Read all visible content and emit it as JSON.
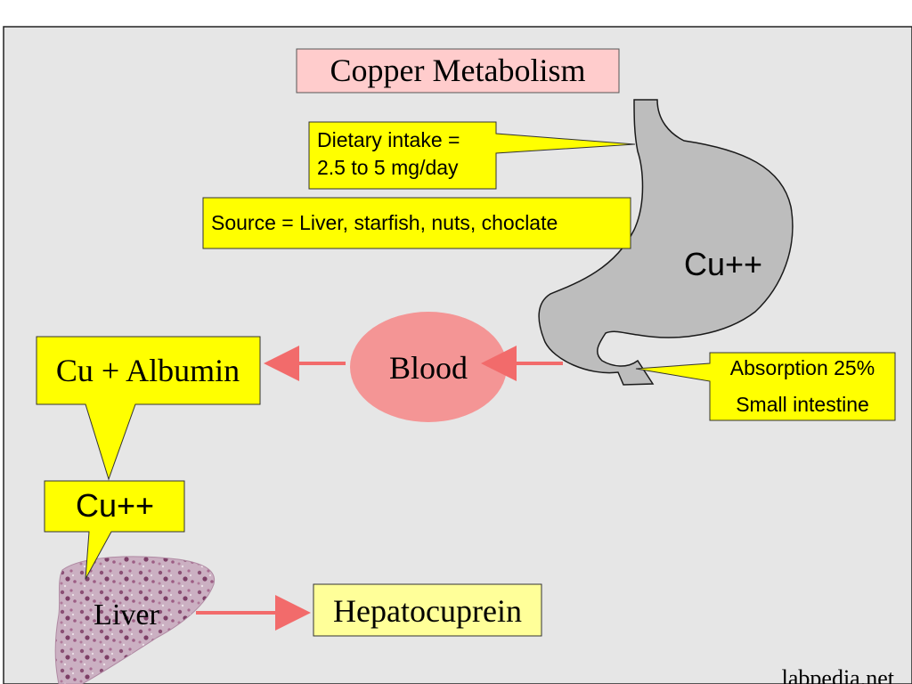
{
  "title": "Copper Metabolism",
  "callouts": {
    "dietary_intake": [
      "Dietary intake =",
      "2.5 to 5 mg/day"
    ],
    "source": "Source = Liver, starfish, nuts, choclate",
    "absorption": [
      "Absorption 25%",
      "Small intestine"
    ],
    "cu_albumin": "Cu + Albumin",
    "cu_liver": "Cu++"
  },
  "stomach_label": "Cu++",
  "blood_label": "Blood",
  "liver_label": "Liver",
  "product_label": "Hepatocuprein",
  "watermark": "labpedia.net",
  "colors": {
    "background": "#e6e6e6",
    "callout_fill": "#ffff00",
    "title_fill": "#ffcccc",
    "blood_fill": "#f49595",
    "arrow": "#f26b6b",
    "stomach_fill": "#bdbdbd",
    "liver_fill": "#c9a9bd"
  }
}
